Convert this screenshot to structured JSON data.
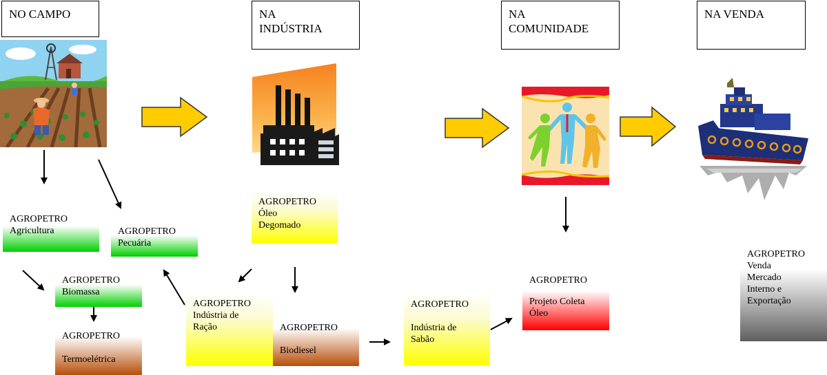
{
  "headers": {
    "campo": "NO CAMPO",
    "industria": [
      "NA",
      "INDÚSTRIA"
    ],
    "comunidade": [
      "NA",
      "COMUNIDADE"
    ],
    "venda": "NA VENDA"
  },
  "boxes": {
    "agricultura": [
      "AGROPETRO",
      "Agricultura"
    ],
    "pecuaria": [
      "AGROPETRO",
      "Pecuária"
    ],
    "biomassa": [
      "AGROPETRO",
      "Biomassa"
    ],
    "termoeletrica": [
      "AGROPETRO",
      "Termoelétrica"
    ],
    "oleo": [
      "AGROPETRO",
      "Óleo",
      "Degomado"
    ],
    "racao": [
      "AGROPETRO",
      "Indústria de",
      "Ração"
    ],
    "biodiesel": [
      "AGROPETRO",
      "Biodiesel"
    ],
    "sabao": [
      "AGROPETRO",
      "Indústria de",
      "Sabão"
    ],
    "coleta": [
      "AGROPETRO",
      "Projeto Coleta",
      "Óleo"
    ],
    "venda": [
      "AGROPETRO",
      "Venda",
      "Mercado",
      "Interno e",
      "Exportação"
    ]
  },
  "colors": {
    "flow_arrow": "#ffcc00",
    "green": "#00d000",
    "yellow": "#ffff00",
    "brown": "#b84e0a",
    "red": "#ff0000",
    "gray": "#5f5f5f"
  },
  "icons": {
    "campo": "farm-field-icon",
    "industria": "factory-icon",
    "comunidade": "community-people-icon",
    "venda": "cargo-ship-icon"
  }
}
